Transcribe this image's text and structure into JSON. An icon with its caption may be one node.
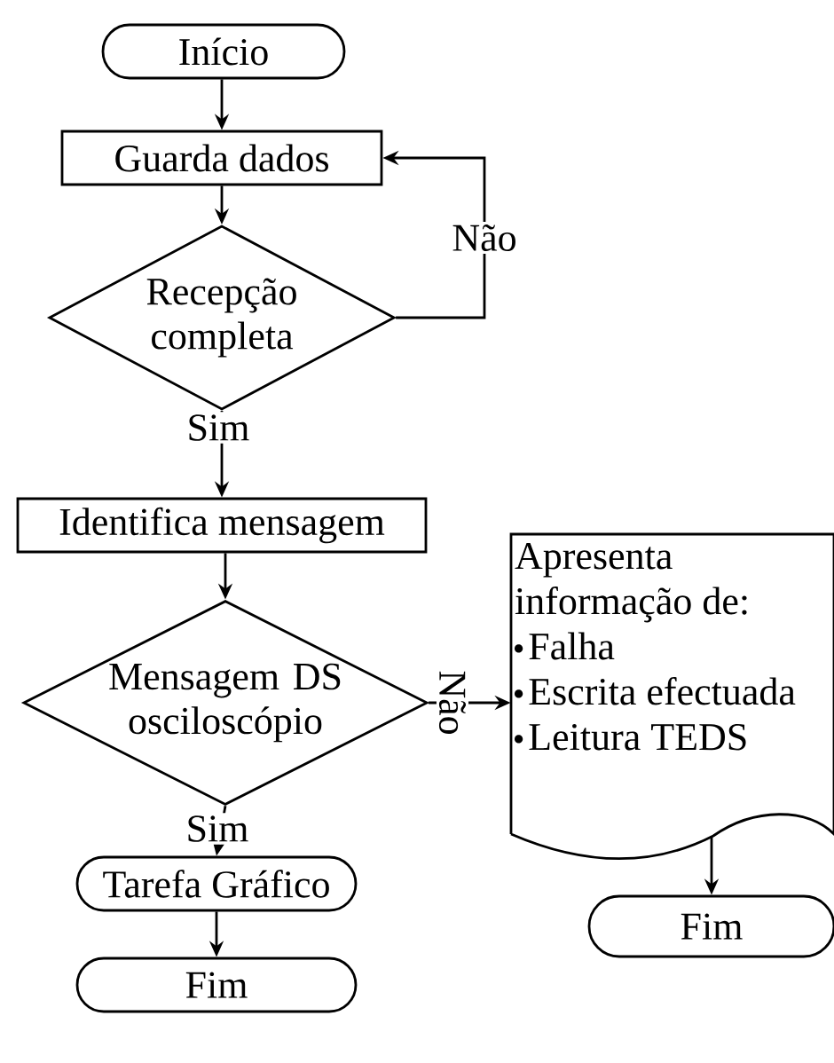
{
  "diagram": {
    "nodes": [
      {
        "text": [
          "Início"
        ]
      },
      {
        "text": [
          "Guarda dados"
        ]
      },
      {
        "text": [
          "Recepção completa"
        ]
      },
      {
        "text": [
          "Identifica mensagem"
        ]
      },
      {
        "text": [
          "Mensagem DS osciloscópio"
        ]
      },
      {
        "text": [
          "Tarefa Gráfico"
        ]
      },
      {
        "text": [
          "Fim"
        ]
      },
      {
        "text": [
          "Apresenta informação de:",
          "Falha",
          "Escrita efectuada",
          "Leitura TEDS"
        ]
      },
      {
        "text": [
          "Fim"
        ]
      }
    ],
    "edges": [
      {
        "from": 0,
        "to": 1,
        "arrow": "to"
      },
      {
        "from": 1,
        "to": 2,
        "arrow": "to"
      },
      {
        "from": 2,
        "to": 1,
        "arrow": "to",
        "label": "Não"
      },
      {
        "from": 2,
        "to": 3,
        "arrow": "to",
        "label": "Sim"
      },
      {
        "from": 3,
        "to": 4,
        "arrow": "to"
      },
      {
        "from": 4,
        "to": 7,
        "arrow": "to",
        "label": "Não"
      },
      {
        "from": 4,
        "to": 5,
        "arrow": "to",
        "label": "Sim"
      },
      {
        "from": 5,
        "to": 6,
        "arrow": "to"
      },
      {
        "from": 7,
        "to": 8,
        "arrow": "to"
      }
    ]
  }
}
